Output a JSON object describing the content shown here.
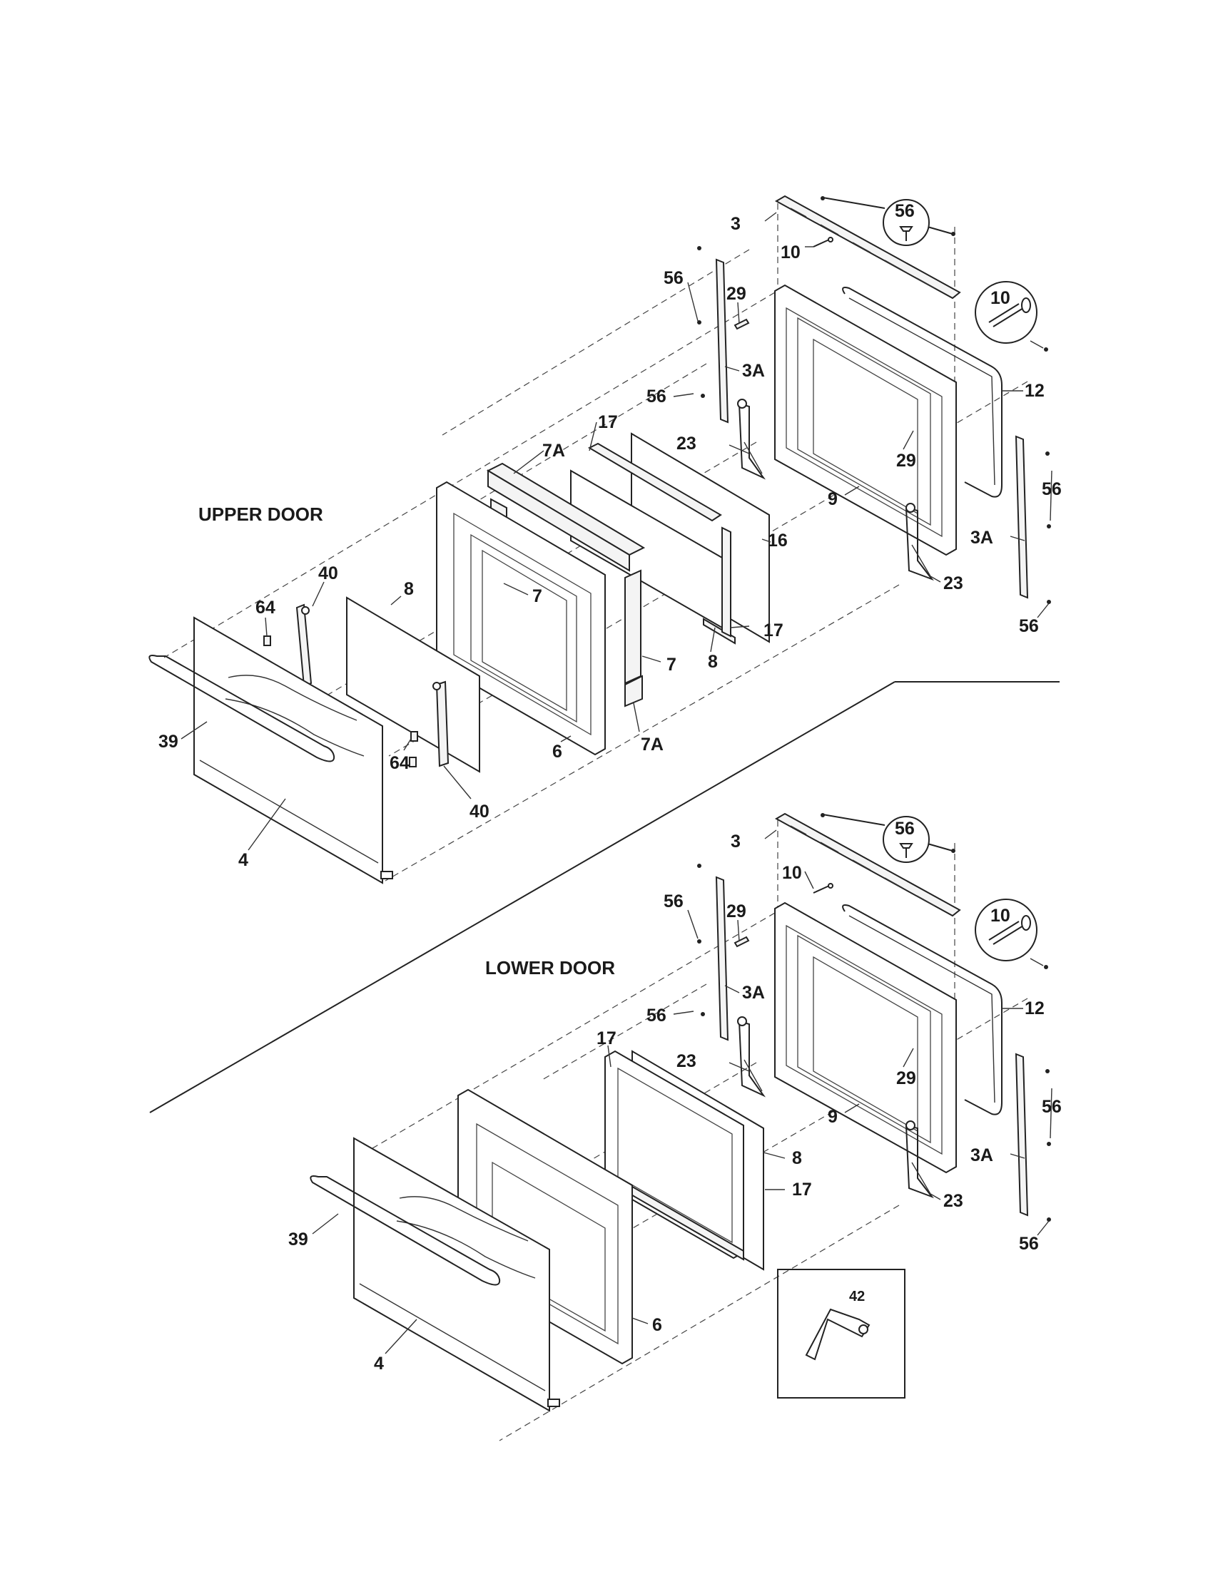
{
  "sections": {
    "upper": "UPPER DOOR",
    "lower": "LOWER DOOR"
  },
  "upper_labels": {
    "l3": "3",
    "l56_top": "56",
    "l10": "10",
    "l10_zoom": "10",
    "l56_left": "56",
    "l29_a": "29",
    "l12": "12",
    "l3A_left": "3A",
    "l56_mid": "56",
    "l17_top": "17",
    "l7A_top": "7A",
    "l23_left": "23",
    "l29_b": "29",
    "l56_right": "56",
    "l9": "9",
    "l16": "16",
    "l3A_right": "3A",
    "l23_right": "23",
    "l40_top": "40",
    "l8_left": "8",
    "l7_mid": "7",
    "l64_top": "64",
    "l17_bot": "17",
    "l56_bot": "56",
    "l7_right": "7",
    "l8_right": "8",
    "l39": "39",
    "l64_bot": "64",
    "l6": "6",
    "l7A_bot": "7A",
    "l40_bot": "40",
    "l4": "4"
  },
  "lower_labels": {
    "l3": "3",
    "l56_top": "56",
    "l10": "10",
    "l10_zoom": "10",
    "l56_left": "56",
    "l29_a": "29",
    "l3A_left": "3A",
    "l12": "12",
    "l56_mid": "56",
    "l17": "17",
    "l23_left": "23",
    "l29_b": "29",
    "l56_right": "56",
    "l9": "9",
    "l8": "8",
    "l3A_right": "3A",
    "l23_right": "23",
    "l17_b": "17",
    "l56_bot": "56",
    "l39": "39",
    "l6": "6",
    "l4": "4",
    "l42": "42"
  }
}
